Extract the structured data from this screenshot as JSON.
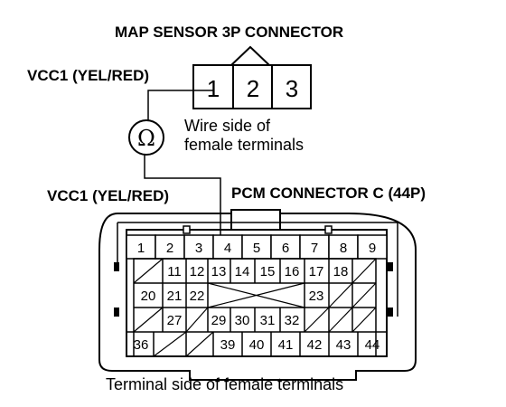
{
  "titles": {
    "map_connector": "MAP SENSOR 3P CONNECTOR",
    "pcm_connector": "PCM CONNECTOR C (44P)"
  },
  "labels": {
    "vcc_top": "VCC1 (YEL/RED)",
    "vcc_bottom": "VCC1 (YEL/RED)",
    "wire_side_line1": "Wire side of",
    "wire_side_line2": "female terminals",
    "terminal_side": "Terminal side of female terminals",
    "ohmmeter_symbol": "Ω"
  },
  "map_terminals": [
    "1",
    "2",
    "3"
  ],
  "pcm_terminals": {
    "row1": [
      "1",
      "2",
      "3",
      "4",
      "5",
      "6",
      "7",
      "8",
      "9"
    ],
    "row2": [
      "11",
      "12",
      "13",
      "14",
      "15",
      "16",
      "17",
      "18"
    ],
    "row3": [
      "20",
      "21",
      "22",
      "23"
    ],
    "row4": [
      "27",
      "29",
      "30",
      "31",
      "32"
    ],
    "row5": [
      "36",
      "39",
      "40",
      "41",
      "42",
      "43",
      "44"
    ]
  }
}
